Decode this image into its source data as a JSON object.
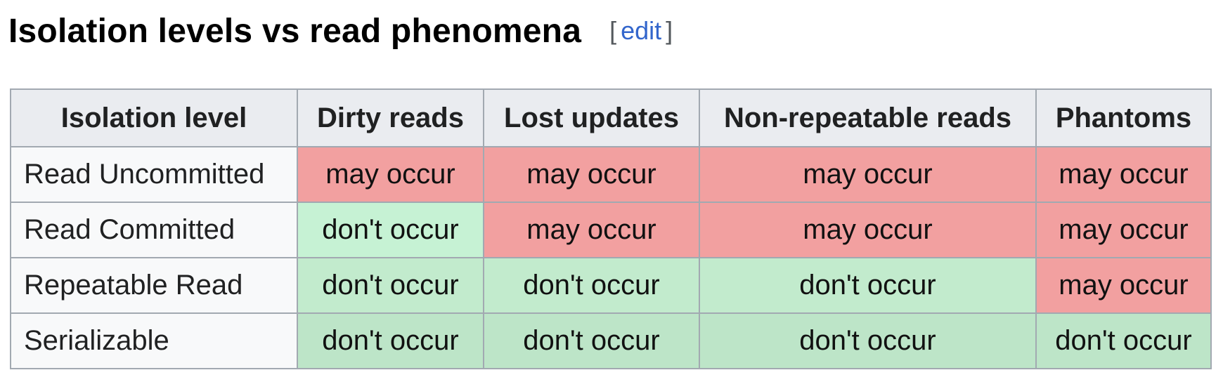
{
  "heading": {
    "title": "Isolation levels vs read phenomena",
    "edit_open": "[",
    "edit_label": "edit",
    "edit_close": "]"
  },
  "table": {
    "headers": [
      "Isolation level",
      "Dirty reads",
      "Lost updates",
      "Non-repeatable reads",
      "Phantoms"
    ],
    "rows": [
      {
        "level": "Read Uncommitted",
        "cells": [
          "may occur",
          "may occur",
          "may occur",
          "may occur"
        ]
      },
      {
        "level": "Read Committed",
        "cells": [
          "don't occur",
          "may occur",
          "may occur",
          "may occur"
        ]
      },
      {
        "level": "Repeatable Read",
        "cells": [
          "don't occur",
          "don't occur",
          "don't occur",
          "may occur"
        ]
      },
      {
        "level": "Serializable",
        "cells": [
          "don't occur",
          "don't occur",
          "don't occur",
          "don't occur"
        ]
      }
    ]
  },
  "colors": {
    "may_occur": "#f2a0a0",
    "dont_occur": "#c6f2d4",
    "header_bg": "#eaecf0",
    "row_header_bg": "#f8f9fa",
    "link": "#3366cc"
  }
}
